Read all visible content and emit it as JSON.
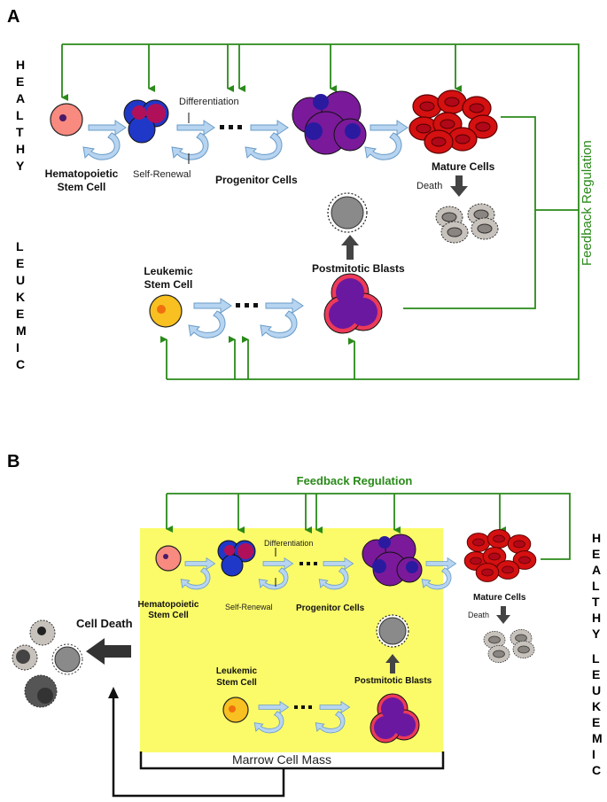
{
  "panel_a": {
    "letter": "A",
    "healthy_letters": [
      "H",
      "E",
      "A",
      "L",
      "T",
      "H",
      "Y"
    ],
    "leukemic_letters": [
      "L",
      "E",
      "U",
      "K",
      "E",
      "M",
      "I",
      "C"
    ],
    "feedback_label": "Feedback Regulation",
    "hsc_label_1": "Hematopoietic",
    "hsc_label_2": "Stem Cell",
    "differentiation": "Differentiation",
    "self_renewal": "Self-Renewal",
    "progenitor": "Progenitor Cells",
    "mature": "Mature Cells",
    "death": "Death",
    "postmitotic": "Postmitotic Blasts",
    "lsc_label_1": "Leukemic",
    "lsc_label_2": "Stem Cell"
  },
  "panel_b": {
    "letter": "B",
    "feedback_label": "Feedback Regulation",
    "hsc_label_1": "Hematopoietic",
    "hsc_label_2": "Stem Cell",
    "differentiation": "Differentiation",
    "self_renewal": "Self-Renewal",
    "progenitor": "Progenitor Cells",
    "mature": "Mature Cells",
    "death": "Death",
    "postmitotic": "Postmitotic Blasts",
    "lsc_label_1": "Leukemic",
    "lsc_label_2": "Stem Cell",
    "cell_death": "Cell Death",
    "marrow": "Marrow Cell Mass",
    "healthy_letters": [
      "H",
      "E",
      "A",
      "L",
      "T",
      "H",
      "Y"
    ],
    "leukemic_letters": [
      "L",
      "E",
      "U",
      "K",
      "E",
      "M",
      "I",
      "C"
    ]
  },
  "colors": {
    "feedback_green": "#2a8a1a",
    "marrow_yellow": "#fbfb6a",
    "flow_arrow": "#b7d4f0",
    "rbc_red": "#d41010",
    "blast_purple": "#7a1a9a"
  }
}
